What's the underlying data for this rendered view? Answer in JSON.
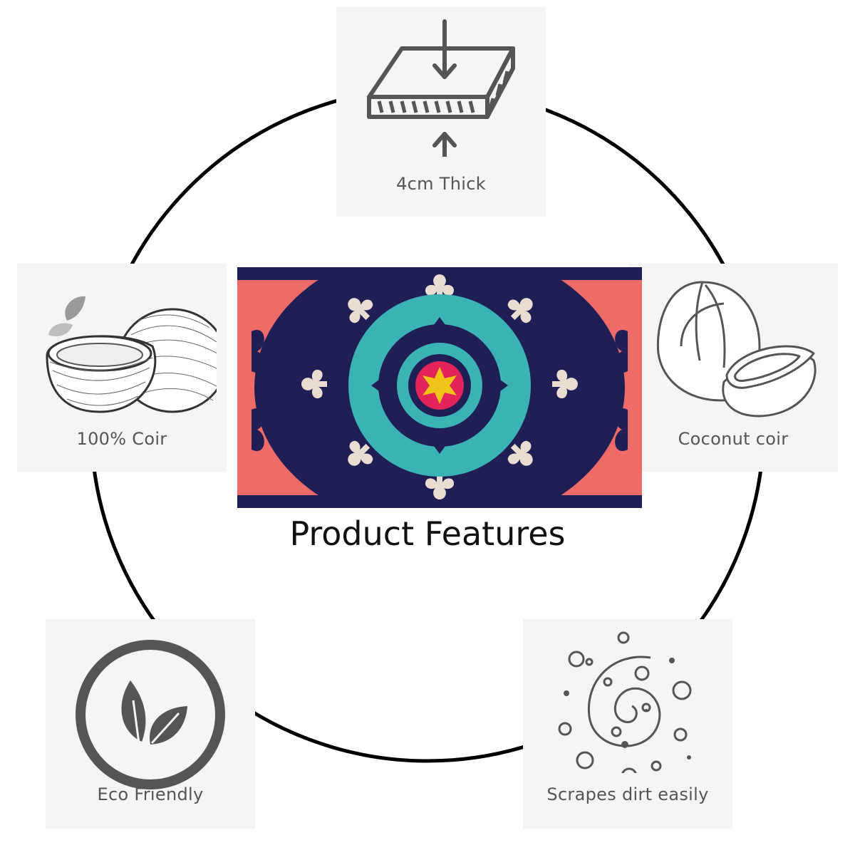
{
  "title": "Product Features",
  "features": {
    "thick": {
      "label": "4cm Thick",
      "icon": "compressed-mat-icon"
    },
    "coir": {
      "label": "100% Coir",
      "icon": "coconut-sketch-icon"
    },
    "coconut": {
      "label": "Coconut coir",
      "icon": "coconut-outline-icon"
    },
    "eco": {
      "label": "Eco Friendly",
      "icon": "leaf-circle-icon"
    },
    "scrape": {
      "label": "Scrapes dirt easily",
      "icon": "swirl-dirt-icon"
    }
  },
  "product": {
    "icon": "suzani-doormat-image"
  },
  "colors": {
    "card_bg": "#f5f5f5",
    "icon_gray": "#555555",
    "mat_navy": "#1f1e55",
    "mat_coral": "#ef6b68",
    "mat_teal": "#3bb3b5",
    "mat_cream": "#e8ddd0",
    "mat_magenta": "#e3245a",
    "mat_yellow": "#f0c419"
  }
}
